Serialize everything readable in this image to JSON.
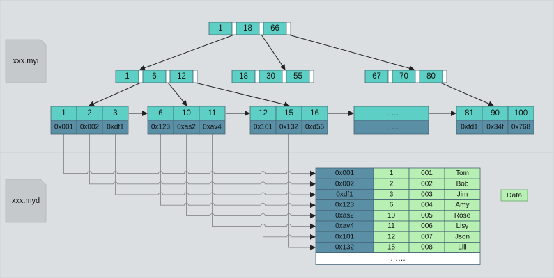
{
  "files": {
    "index_file": "xxx.myi",
    "data_file": "xxx.myd"
  },
  "legend": {
    "data_label": "Data"
  },
  "colors": {
    "teal": "#5ecfc4",
    "slate": "#5a8fa6",
    "light_green": "#b8f0b4",
    "white": "#ffffff",
    "border": "#456575",
    "arrow": "#222222",
    "panel": "#dcdfe2"
  },
  "tree": {
    "root": {
      "keys": [
        "1",
        "18",
        "66"
      ]
    },
    "internal": [
      {
        "keys": [
          "1",
          "6",
          "12"
        ]
      },
      {
        "keys": [
          "18",
          "30",
          "55"
        ]
      },
      {
        "keys": [
          "67",
          "70",
          "80"
        ]
      }
    ],
    "leaves": [
      {
        "keys": [
          "1",
          "2",
          "3"
        ],
        "pointers": [
          "0x001",
          "0x002",
          "0xdf1"
        ]
      },
      {
        "keys": [
          "6",
          "10",
          "11"
        ],
        "pointers": [
          "0x123",
          "0xas2",
          "0xav4"
        ]
      },
      {
        "keys": [
          "12",
          "15",
          "16"
        ],
        "pointers": [
          "0x101",
          "0x132",
          "0xd56"
        ]
      },
      {
        "ellipsis_top": "……",
        "ellipsis_bottom": "……"
      },
      {
        "keys": [
          "81",
          "90",
          "100"
        ],
        "pointers": [
          "0xfd1",
          "0x34f",
          "0x768"
        ]
      }
    ]
  },
  "data_table": {
    "rows": [
      [
        "0x001",
        "1",
        "001",
        "Tom"
      ],
      [
        "0x002",
        "2",
        "002",
        "Bob"
      ],
      [
        "0xdf1",
        "3",
        "003",
        "Jim"
      ],
      [
        "0x123",
        "6",
        "004",
        "Amy"
      ],
      [
        "0xas2",
        "10",
        "005",
        "Rose"
      ],
      [
        "0xav4",
        "11",
        "006",
        "Lisy"
      ],
      [
        "0x101",
        "12",
        "007",
        "Json"
      ],
      [
        "0x132",
        "15",
        "008",
        "Lili"
      ]
    ],
    "ellipsis": "……"
  }
}
